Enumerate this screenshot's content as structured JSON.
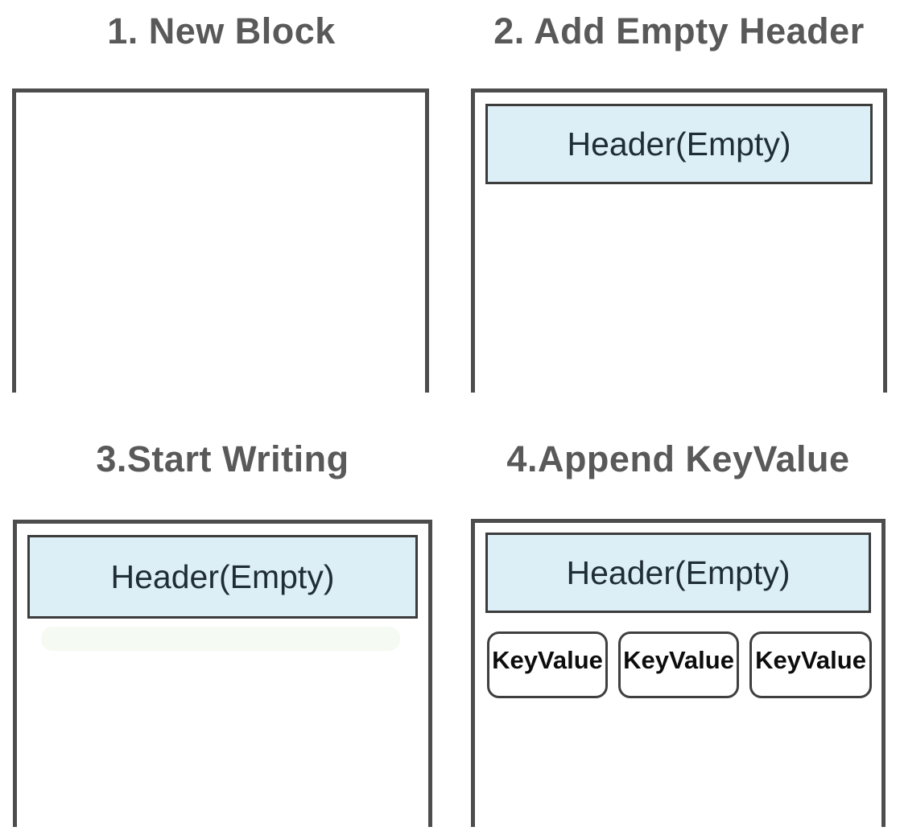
{
  "diagram": {
    "description": "Four-step tutorial of building a block structure",
    "colors": {
      "background": "#ffffff",
      "title_text": "#595959",
      "block_border": "#4d4d4d",
      "header_fill": "#ddeff6",
      "header_border": "#3c3c3c",
      "header_text": "#1f2d36",
      "keyvalue_border": "#3f3f3f",
      "keyvalue_text": "#0d0d0d",
      "keyvalue_fill": "#ffffff"
    },
    "steps": [
      {
        "title": "1. New Block",
        "header": "",
        "keyvalues": []
      },
      {
        "title": "2. Add Empty Header",
        "header": "Header(Empty)",
        "keyvalues": []
      },
      {
        "title": "3.Start Writing",
        "header": "Header(Empty)",
        "keyvalues": []
      },
      {
        "title": "4.Append KeyValue",
        "header": "Header(Empty)",
        "keyvalues": [
          "KeyValue",
          "KeyValue",
          "KeyValue"
        ]
      }
    ]
  }
}
